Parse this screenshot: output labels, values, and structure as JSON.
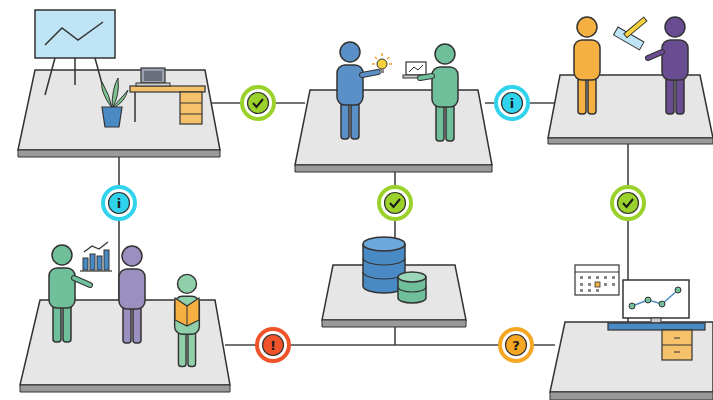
{
  "diagram": {
    "labels": [
      "i",
      "i",
      "!",
      "?"
    ]
  }
}
